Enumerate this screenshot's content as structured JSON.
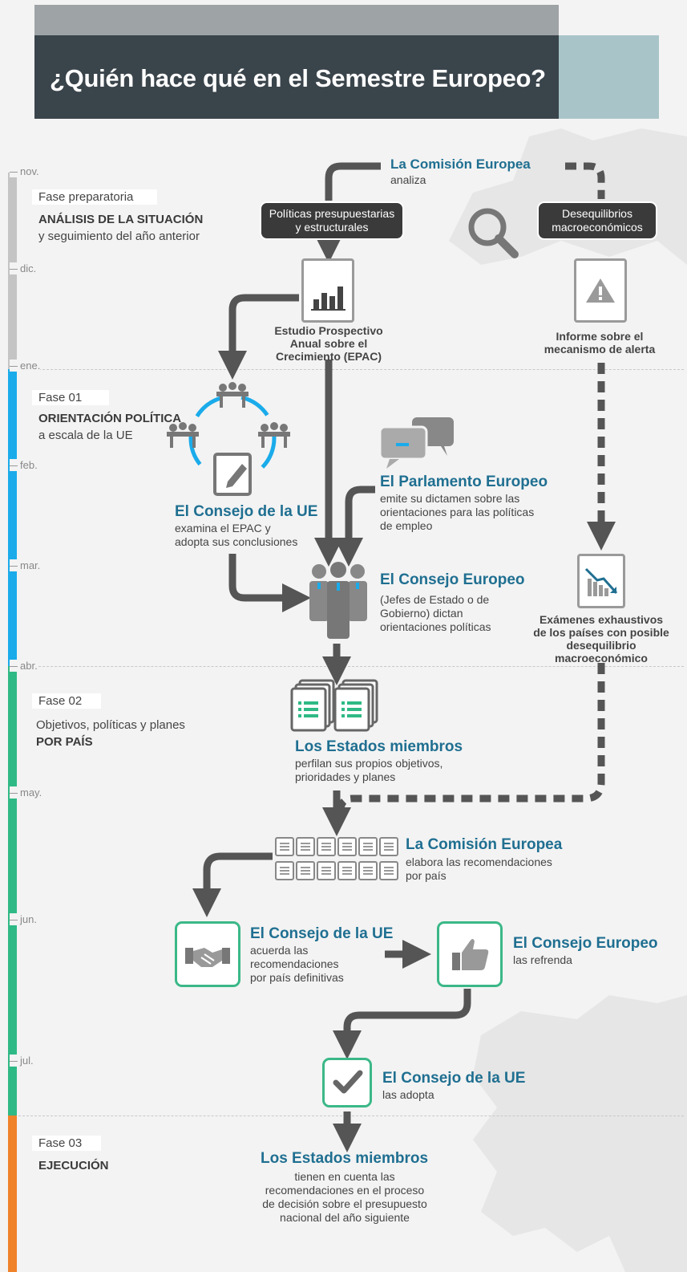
{
  "title": "¿Quién hace qué en el Semestre Europeo?",
  "colors": {
    "prep": "#c4c4c4",
    "fase1": "#1aabea",
    "fase2": "#2fb985",
    "fase3": "#f0822a",
    "accent": "#1f6f91",
    "arrow": "#555555"
  },
  "months": [
    "nov.",
    "dic.",
    "ene.",
    "feb.",
    "mar.",
    "abr.",
    "may.",
    "jun.",
    "jul."
  ],
  "phases": [
    {
      "label": "Fase preparatoria",
      "line1": "ANÁLISIS DE LA SITUACIÓN",
      "line2": "y seguimiento del año anterior"
    },
    {
      "label": "Fase 01",
      "line1": "ORIENTACIÓN POLÍTICA",
      "line2": "a escala de la UE"
    },
    {
      "label": "Fase 02",
      "line1": "Objetivos, políticas y planes",
      "line2": "POR PAÍS"
    },
    {
      "label": "Fase 03",
      "line1": "EJECUCIÓN",
      "line2": ""
    }
  ],
  "comision1": {
    "title": "La Comisión Europea",
    "sub": "analiza"
  },
  "pill_left": {
    "l1": "Políticas presupuestarias",
    "l2": "y estructurales"
  },
  "pill_right": {
    "l1": "Desequilibrios",
    "l2": "macroeconómicos"
  },
  "epac": {
    "l1": "Estudio Prospectivo",
    "l2": "Anual sobre el",
    "l3": "Crecimiento (EPAC)"
  },
  "informe": {
    "l1": "Informe sobre el",
    "l2": "mecanismo de alerta"
  },
  "parlamento": {
    "title": "El Parlamento Europeo",
    "l1": "emite su dictamen sobre las",
    "l2": "orientaciones para las políticas",
    "l3": "de empleo"
  },
  "consejo_ue1": {
    "title": "El Consejo de la UE",
    "l1": "examina el EPAC y",
    "l2": "adopta sus conclusiones"
  },
  "consejo_eu1": {
    "title": "El Consejo Europeo",
    "l1": "(Jefes de Estado o de",
    "l2": "Gobierno) dictan",
    "l3": "orientaciones políticas"
  },
  "examenes": {
    "l1": "Exámenes exhaustivos",
    "l2": "de los países con posible",
    "l3": "desequilibrio",
    "l4": "macroeconómico"
  },
  "estados1": {
    "title": "Los Estados miembros",
    "l1": "perfilan sus propios objetivos,",
    "l2": "prioridades y planes"
  },
  "comision2": {
    "title": "La Comisión Europea",
    "l1": "elabora las recomendaciones",
    "l2": "por país"
  },
  "consejo_ue2": {
    "title": "El Consejo de la UE",
    "l1": "acuerda las",
    "l2": "recomendaciones",
    "l3": "por país definitivas"
  },
  "consejo_eu2": {
    "title": "El Consejo Europeo",
    "l1": "las refrenda"
  },
  "consejo_ue3": {
    "title": "El Consejo de la UE",
    "l1": "las adopta"
  },
  "estados2": {
    "title": "Los Estados miembros",
    "l1": "tienen en cuenta las",
    "l2": "recomendaciones en el proceso",
    "l3": "de decisión sobre el presupuesto",
    "l4": "nacional del año siguiente"
  }
}
